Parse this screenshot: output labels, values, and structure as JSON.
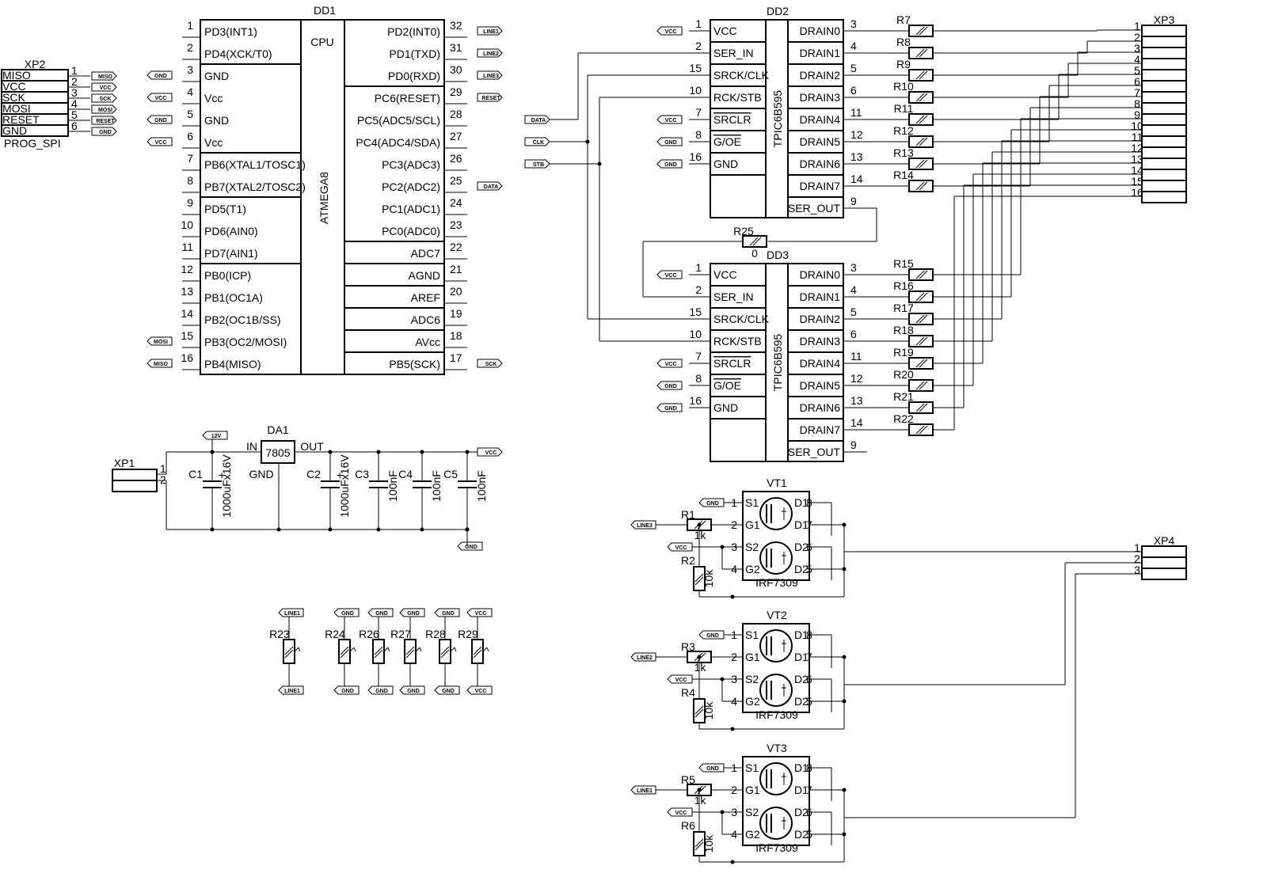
{
  "dd1": {
    "ref": "DD1",
    "core_label": "CPU",
    "core_part": "ATMEGA8",
    "left_pins": [
      {
        "num": "1",
        "name": "PD3(INT1)"
      },
      {
        "num": "2",
        "name": "PD4(XCK/T0)"
      },
      {
        "num": "3",
        "name": "GND"
      },
      {
        "num": "4",
        "name": "Vcc"
      },
      {
        "num": "5",
        "name": "GND"
      },
      {
        "num": "6",
        "name": "Vcc"
      },
      {
        "num": "7",
        "name": "PB6(XTAL1/TOSC1)"
      },
      {
        "num": "8",
        "name": "PB7(XTAL2/TOSC2)"
      },
      {
        "num": "9",
        "name": "PD5(T1)"
      },
      {
        "num": "10",
        "name": "PD6(AIN0)"
      },
      {
        "num": "11",
        "name": "PD7(AIN1)"
      },
      {
        "num": "12",
        "name": "PB0(ICP)"
      },
      {
        "num": "13",
        "name": "PB1(OC1A)"
      },
      {
        "num": "14",
        "name": "PB2(OC1B/SS)"
      },
      {
        "num": "15",
        "name": "PB3(OC2/MOSI)"
      },
      {
        "num": "16",
        "name": "PB4(MISO)"
      }
    ],
    "right_pins": [
      {
        "num": "32",
        "name": "PD2(INT0)"
      },
      {
        "num": "31",
        "name": "PD1(TXD)"
      },
      {
        "num": "30",
        "name": "PD0(RXD)"
      },
      {
        "num": "29",
        "name": "PC6(RESET)"
      },
      {
        "num": "28",
        "name": "PC5(ADC5/SCL)"
      },
      {
        "num": "27",
        "name": "PC4(ADC4/SDA)"
      },
      {
        "num": "26",
        "name": "PC3(ADC3)"
      },
      {
        "num": "25",
        "name": "PC2(ADC2)"
      },
      {
        "num": "24",
        "name": "PC1(ADC1)"
      },
      {
        "num": "23",
        "name": "PC0(ADC0)"
      },
      {
        "num": "22",
        "name": "ADC7"
      },
      {
        "num": "21",
        "name": "AGND"
      },
      {
        "num": "20",
        "name": "AREF"
      },
      {
        "num": "19",
        "name": "ADC6"
      },
      {
        "num": "18",
        "name": "AVcc"
      },
      {
        "num": "17",
        "name": "PB5(SCK)"
      }
    ],
    "left_tags": [
      "",
      "",
      "GND",
      "VCC",
      "GND",
      "VCC",
      "",
      "",
      "",
      "",
      "",
      "",
      "",
      "",
      "MOSI",
      "MISO"
    ],
    "right_tags": [
      "LINE1",
      "LINE2",
      "LINE3",
      "RESET",
      "",
      "",
      "",
      "",
      "",
      "",
      "",
      "",
      "",
      "",
      "",
      "SCK"
    ]
  },
  "xp2": {
    "ref": "XP2",
    "label": "PROG_SPI",
    "rows": [
      "MISO",
      "VCC",
      "SCK",
      "MOSI",
      "RESET",
      "GND"
    ],
    "nums": [
      "1",
      "2",
      "3",
      "4",
      "5",
      "6"
    ],
    "tags": [
      "MISO",
      "VCC",
      "SCK",
      "MOSI",
      "RESET",
      "GND"
    ]
  },
  "shift_regs": [
    {
      "ref": "DD2",
      "part": "TPIC6B595"
    },
    {
      "ref": "DD3",
      "part": "TPIC6B595"
    }
  ],
  "sr_left_pins": [
    {
      "num": "1",
      "name": "VCC",
      "tag": "VCC"
    },
    {
      "num": "2",
      "name": "SER_IN",
      "tag": ""
    },
    {
      "num": "15",
      "name": "SRCK/CLK",
      "tag": ""
    },
    {
      "num": "10",
      "name": "RCK/STB",
      "tag": ""
    },
    {
      "num": "7",
      "name": "SRCLR",
      "tag": "VCC"
    },
    {
      "num": "8",
      "name": "G/OE",
      "tag": "GND"
    },
    {
      "num": "16",
      "name": "GND",
      "tag": "GND"
    }
  ],
  "sr_right_pins": [
    {
      "num": "3",
      "name": "DRAIN0"
    },
    {
      "num": "4",
      "name": "DRAIN1"
    },
    {
      "num": "5",
      "name": "DRAIN2"
    },
    {
      "num": "6",
      "name": "DRAIN3"
    },
    {
      "num": "11",
      "name": "DRAIN4"
    },
    {
      "num": "12",
      "name": "DRAIN5"
    },
    {
      "num": "13",
      "name": "DRAIN6"
    },
    {
      "num": "14",
      "name": "DRAIN7"
    },
    {
      "num": "9",
      "name": "SER_OUT"
    }
  ],
  "net_tags": {
    "data": "DATA",
    "clk": "CLK",
    "stb": "STB",
    "data2": "DATA"
  },
  "resistor_array_top": [
    "R7",
    "R8",
    "R9",
    "R10",
    "R11",
    "R12",
    "R13",
    "R14"
  ],
  "resistor_array_bottom": [
    "R15",
    "R16",
    "R17",
    "R18",
    "R19",
    "R20",
    "R21",
    "R22"
  ],
  "r25": {
    "ref": "R25",
    "value": "0"
  },
  "xp3": {
    "ref": "XP3",
    "nums": [
      "1",
      "2",
      "3",
      "4",
      "5",
      "6",
      "7",
      "8",
      "9",
      "10",
      "11",
      "12",
      "13",
      "14",
      "15",
      "16"
    ]
  },
  "xp4": {
    "ref": "XP4",
    "nums": [
      "1",
      "2",
      "3"
    ]
  },
  "xp1": {
    "ref": "XP1",
    "nums": [
      "1",
      "2"
    ]
  },
  "power": {
    "regulator_ref": "DA1",
    "regulator_part": "7805",
    "pin_in": "IN",
    "pin_out": "OUT",
    "pin_gnd": "GND",
    "tag_12v": "12V",
    "tag_vcc": "VCC",
    "tag_gnd": "GND",
    "caps": [
      {
        "ref": "C1",
        "value": "1000uFx16V",
        "polar": true
      },
      {
        "ref": "C2",
        "value": "1000uFx16V",
        "polar": true
      },
      {
        "ref": "C3",
        "value": "100nF",
        "polar": false
      },
      {
        "ref": "C4",
        "value": "100nF",
        "polar": false
      },
      {
        "ref": "C5",
        "value": "100nF",
        "polar": false
      }
    ]
  },
  "test_resistors": [
    {
      "ref": "R23",
      "top": "LINE1",
      "bottom": "LINE1"
    },
    {
      "ref": "R24",
      "top": "GND",
      "bottom": "GND"
    },
    {
      "ref": "R26",
      "top": "GND",
      "bottom": "GND"
    },
    {
      "ref": "R27",
      "top": "GND",
      "bottom": "GND"
    },
    {
      "ref": "R28",
      "top": "GND",
      "bottom": "GND"
    },
    {
      "ref": "R29",
      "top": "VCC",
      "bottom": "VCC"
    }
  ],
  "mosfets": [
    {
      "ref": "VT1",
      "part": "IRF7309",
      "line": "LINE3",
      "r_gate": "R1",
      "r_gate_val": "1k",
      "r_pull": "R2",
      "r_pull_val": "10k"
    },
    {
      "ref": "VT2",
      "part": "IRF7309",
      "line": "LINE2",
      "r_gate": "R3",
      "r_gate_val": "1k",
      "r_pull": "R4",
      "r_pull_val": "10k"
    },
    {
      "ref": "VT3",
      "part": "IRF7309",
      "line": "LINE1",
      "r_gate": "R5",
      "r_gate_val": "1k",
      "r_pull": "R6",
      "r_pull_val": "10k"
    }
  ],
  "mosfet_pins": {
    "left": [
      "1",
      "S1",
      "2",
      "G1",
      "3",
      "S2",
      "4",
      "G2"
    ],
    "right": [
      "D1",
      "8",
      "D1",
      "7",
      "D2",
      "6",
      "D2",
      "5"
    ],
    "tag_gnd": "GND",
    "tag_vcc": "VCC"
  }
}
